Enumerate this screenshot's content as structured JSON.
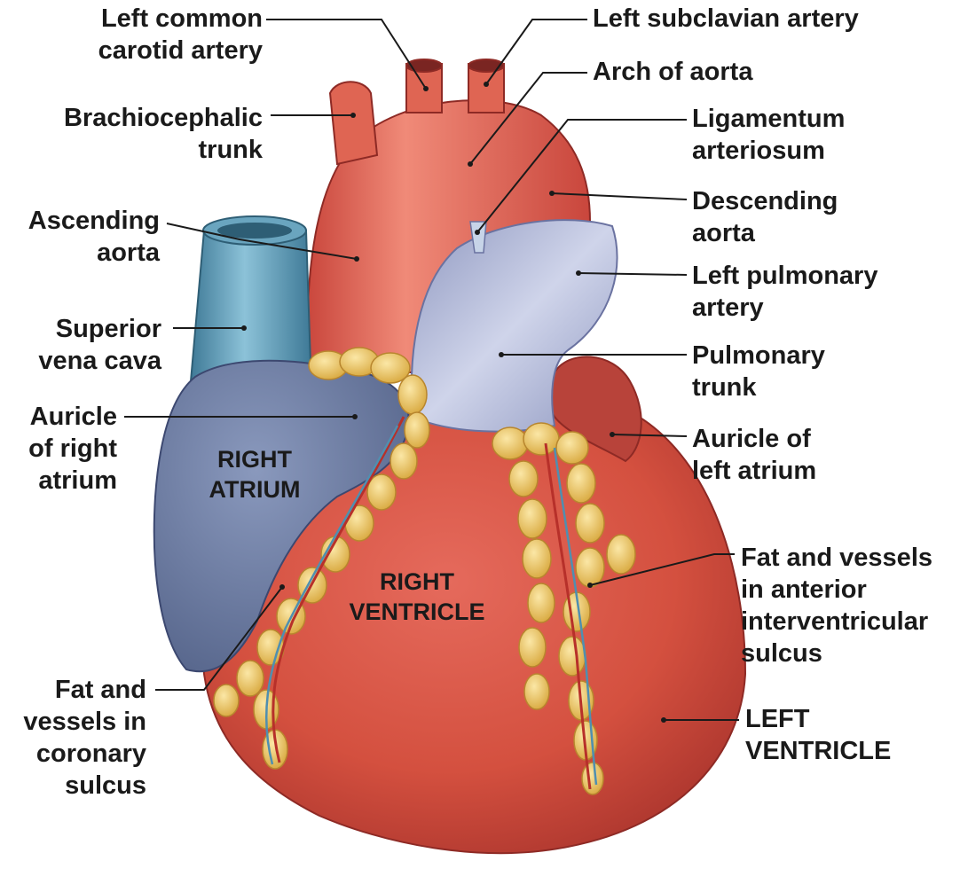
{
  "colors": {
    "heart_red": "#d9544a",
    "heart_dark": "#a8332c",
    "aorta_red": "#e0604f",
    "vena_cava_blue": "#5a93ad",
    "right_atrium_blue": "#6f7fa3",
    "pulmonary_lavender": "#a9b1d2",
    "fat_yellow": "#f2cf6e",
    "label_text": "#1a1a1a"
  },
  "labels": {
    "left_common_carotid_artery": [
      "Left common",
      "carotid artery"
    ],
    "left_subclavian_artery": [
      "Left subclavian artery"
    ],
    "brachiocephalic_trunk": [
      "Brachiocephalic",
      "trunk"
    ],
    "arch_of_aorta": [
      "Arch of aorta"
    ],
    "ligamentum_arteriosum": [
      "Ligamentum",
      "arteriosum"
    ],
    "ascending_aorta": [
      "Ascending",
      "aorta"
    ],
    "descending_aorta": [
      "Descending",
      "aorta"
    ],
    "left_pulmonary_artery": [
      "Left pulmonary",
      "artery"
    ],
    "superior_vena_cava": [
      "Superior",
      "vena cava"
    ],
    "pulmonary_trunk": [
      "Pulmonary",
      "trunk"
    ],
    "auricle_of_right_atrium": [
      "Auricle",
      "of right",
      "atrium"
    ],
    "auricle_of_left_atrium": [
      "Auricle of",
      "left atrium"
    ],
    "fat_vessels_anterior_interventricular_sulcus": [
      "Fat and vessels",
      "in anterior",
      "interventricular",
      "sulcus"
    ],
    "fat_vessels_coronary_sulcus": [
      "Fat and",
      "vessels in",
      "coronary",
      "sulcus"
    ],
    "left_ventricle": [
      "LEFT",
      "VENTRICLE"
    ]
  },
  "regions": {
    "right_atrium": [
      "RIGHT",
      "ATRIUM"
    ],
    "right_ventricle": [
      "RIGHT",
      "VENTRICLE"
    ]
  }
}
